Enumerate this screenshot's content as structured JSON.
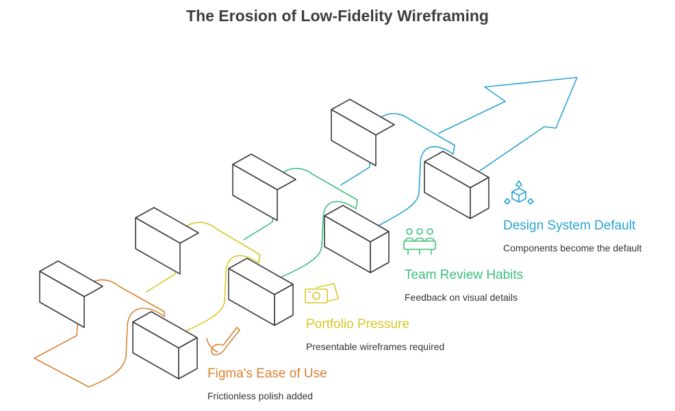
{
  "title": "The Erosion of Low-Fidelity Wireframing",
  "colors": {
    "figma": "#d98230",
    "portfolio": "#d8c826",
    "team": "#3cc07a",
    "design": "#2aa3d1",
    "block": "#3a3a3a"
  },
  "steps": [
    {
      "heading": "Figma's Ease of Use",
      "description": "Frictionless polish added",
      "icon": "paintbrush-icon"
    },
    {
      "heading": "Portfolio Pressure",
      "description": "Presentable wireframes required",
      "icon": "photos-icon"
    },
    {
      "heading": "Team Review Habits",
      "description": "Feedback on visual details",
      "icon": "team-icon"
    },
    {
      "heading": "Design System Default",
      "description": "Components become the default",
      "icon": "components-icon"
    }
  ]
}
